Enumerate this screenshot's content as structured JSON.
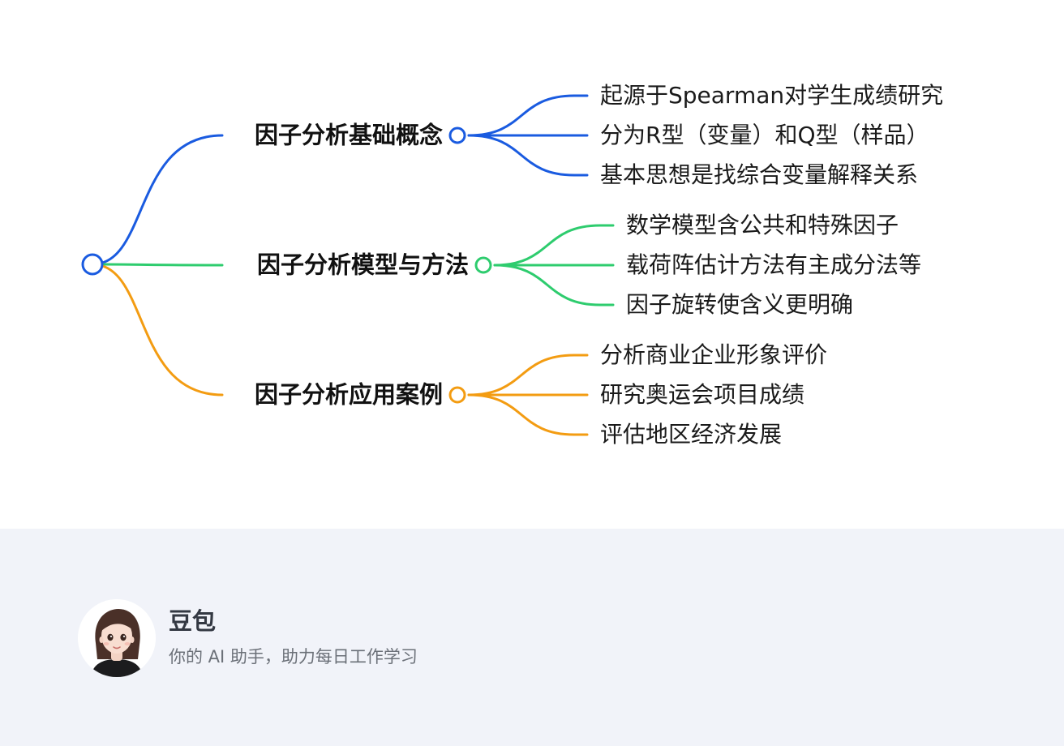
{
  "mindmap": {
    "branches": [
      {
        "label": "因子分析基础概念",
        "color": "#1a5be0",
        "leaves": [
          "起源于Spearman对学生成绩研究",
          "分为R型（变量）和Q型（样品）",
          "基本思想是找综合变量解释关系"
        ]
      },
      {
        "label": "因子分析模型与方法",
        "color": "#2ecc6e",
        "leaves": [
          "数学模型含公共和特殊因子",
          "载荷阵估计方法有主成分法等",
          "因子旋转使含义更明确"
        ]
      },
      {
        "label": "因子分析应用案例",
        "color": "#f39c12",
        "leaves": [
          "分析商业企业形象评价",
          "研究奥运会项目成绩",
          "评估地区经济发展"
        ]
      }
    ],
    "root_color": "#1a5be0"
  },
  "footer": {
    "name": "豆包",
    "tagline": "你的 AI 助手，助力每日工作学习"
  }
}
